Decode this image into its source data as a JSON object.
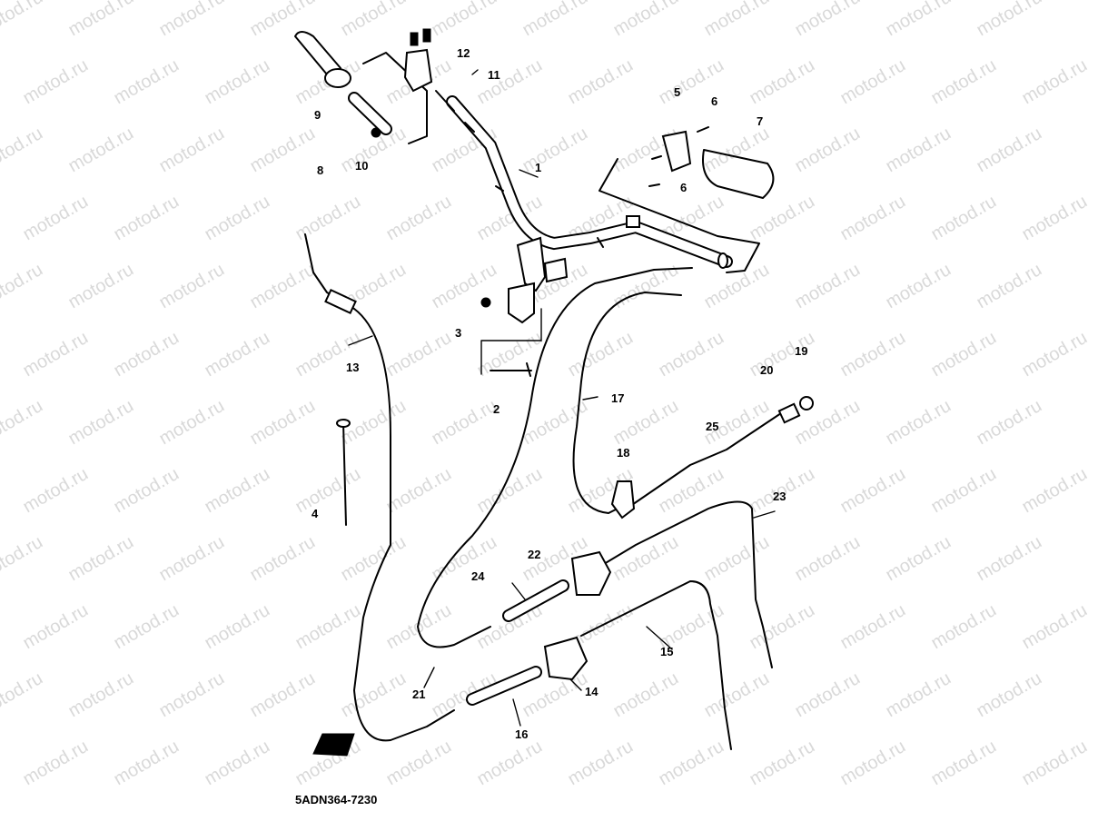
{
  "watermark": "motod.ru",
  "diagram_code": "5ADN364-7230",
  "callouts": [
    {
      "id": "c1",
      "label": "1"
    },
    {
      "id": "c2",
      "label": "2"
    },
    {
      "id": "c3",
      "label": "3"
    },
    {
      "id": "c4",
      "label": "4"
    },
    {
      "id": "c5",
      "label": "5"
    },
    {
      "id": "c6a",
      "label": "6"
    },
    {
      "id": "c6b",
      "label": "6"
    },
    {
      "id": "c7",
      "label": "7"
    },
    {
      "id": "c8",
      "label": "8"
    },
    {
      "id": "c9",
      "label": "9"
    },
    {
      "id": "c10",
      "label": "10"
    },
    {
      "id": "c11",
      "label": "11"
    },
    {
      "id": "c12",
      "label": "12"
    },
    {
      "id": "c13",
      "label": "13"
    },
    {
      "id": "c14",
      "label": "14"
    },
    {
      "id": "c15",
      "label": "15"
    },
    {
      "id": "c16",
      "label": "16"
    },
    {
      "id": "c17",
      "label": "17"
    },
    {
      "id": "c18",
      "label": "18"
    },
    {
      "id": "c19",
      "label": "19"
    },
    {
      "id": "c20",
      "label": "20"
    },
    {
      "id": "c21",
      "label": "21"
    },
    {
      "id": "c22",
      "label": "22"
    },
    {
      "id": "c23",
      "label": "23"
    },
    {
      "id": "c24",
      "label": "24"
    },
    {
      "id": "c25",
      "label": "25"
    }
  ]
}
